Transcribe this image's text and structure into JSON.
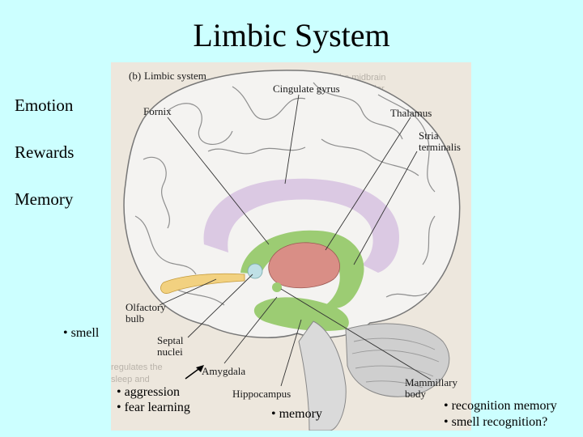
{
  "slide": {
    "title": "Limbic System",
    "side_labels": [
      "Emotion",
      "Rewards",
      "Memory"
    ]
  },
  "figure": {
    "panel_letter": "(b)",
    "panel_title": "Limbic system",
    "labels": {
      "cingulate_gyrus": "Cingulate gyrus",
      "fornix": "Fornix",
      "thalamus": "Thalamus",
      "stria_terminalis": [
        "Stria",
        "terminalis"
      ],
      "olfactory_bulb": [
        "Olfactory",
        "bulb"
      ],
      "septal_nuclei": [
        "Septal",
        "nuclei"
      ],
      "amygdala": "Amygdala",
      "hippocampus": "Hippocampus",
      "mammillary_body": [
        "Mammillary",
        "body"
      ]
    },
    "colors": {
      "cortex": "#f4f3f1",
      "gyri_line": "#8e8e8e",
      "cingulate": "#d9c6e2",
      "thalamus": "#d98e86",
      "fornix_green": "#9ccc73",
      "olfactory": "#f2d180",
      "cerebellum": "#cfcfcf",
      "page_tint": "#ede7dd"
    }
  },
  "annotations": {
    "smell": "• smell",
    "amygdala_notes": [
      "• aggression",
      "• fear learning"
    ],
    "hippocampus_note": "• memory",
    "mammillary_notes": [
      "• recognition memory",
      "• smell recognition?"
    ]
  }
}
